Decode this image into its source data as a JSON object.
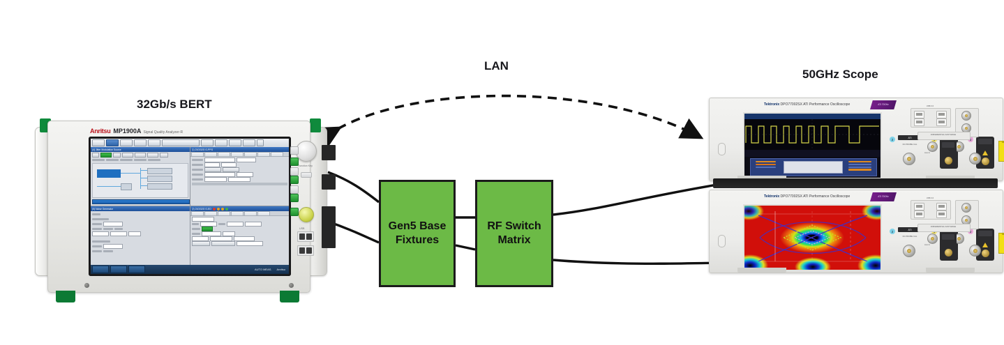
{
  "diagram": {
    "type": "equipment-block-diagram",
    "background": "#ffffff",
    "accent_green": "#6cba46",
    "labels": {
      "bert": "32Gb/s BERT",
      "lan": "LAN",
      "scope": "50GHz Scope"
    },
    "blocks": [
      {
        "id": "gen5",
        "line1": "Gen5 Base",
        "line2": "Fixtures",
        "color": "#6cba46"
      },
      {
        "id": "rfswitch",
        "line1": "RF Switch",
        "line2": "Matrix",
        "color": "#6cba46"
      }
    ],
    "connections": [
      {
        "from": "bert",
        "to": "gen5",
        "style": "solid",
        "arrows": "none"
      },
      {
        "from": "bert",
        "to": "gen5",
        "style": "solid",
        "arrows": "none"
      },
      {
        "from": "gen5",
        "to": "rfswitch",
        "style": "solid",
        "arrows": "none"
      },
      {
        "from": "gen5",
        "to": "rfswitch",
        "style": "solid",
        "arrows": "none"
      },
      {
        "from": "rfswitch",
        "to": "scope-top",
        "style": "solid",
        "arrows": "none"
      },
      {
        "from": "rfswitch",
        "to": "scope-bottom",
        "style": "solid",
        "arrows": "none"
      },
      {
        "from": "bert",
        "to": "scope-top",
        "style": "dashed",
        "arrows": "both",
        "label": "LAN"
      }
    ]
  },
  "bert": {
    "brand": "Anritsu",
    "model": "MP1900A",
    "subtitle": "Signal Quality Analyzer-R",
    "screen": {
      "toolbar_button": "Application Selector",
      "panels": [
        {
          "title": "(4) Jitter Modulation Source"
        },
        {
          "title": "(1) 21G/32G G-PPG"
        },
        {
          "title": "(5) Noise Generator"
        },
        {
          "title": "(2) 21G/32G G-ED"
        }
      ],
      "status_text": "AUTO MEAS.",
      "status_brand": "Anritsu"
    },
    "front_panel": {
      "function_key_label": "Function Key",
      "usb_label": "USB",
      "power_button": "Power"
    }
  },
  "scopes": [
    {
      "id": "scope-top",
      "brand": "Tektronix",
      "model": "DPO77002SX",
      "subtitle": "ATI Performance Oscilloscope",
      "badge": "ATI 70GHz",
      "display": "waveform",
      "display_trace_color": "#d8d84a",
      "channels": [
        "2",
        "1",
        "3"
      ],
      "ati_label": "ATI",
      "aux_label": "Aux In",
      "caution_label": "CAUTION",
      "usb_panel_label": "USB 3.0",
      "diff_panel_label": "DIFFERENTIAL FAST EDGE",
      "diff_positive": "POSITIVE",
      "diff_negative": "NEGATIVE",
      "dc_probe_label": "DC PROBE CAL"
    },
    {
      "id": "scope-bottom",
      "brand": "Tektronix",
      "model": "DPO77002SX",
      "subtitle": "ATI Performance Oscilloscope",
      "badge": "ATI 70GHz",
      "display": "eye-diagram-heatmap",
      "channels": [
        "2",
        "1",
        "3"
      ],
      "ati_label": "ATI",
      "aux_label": "Aux In",
      "caution_label": "CAUTION",
      "usb_panel_label": "USB 3.0",
      "diff_panel_label": "DIFFERENTIAL FAST EDGE",
      "diff_positive": "POSITIVE",
      "diff_negative": "NEGATIVE",
      "dc_probe_label": "DC PROBE CAL"
    }
  ]
}
